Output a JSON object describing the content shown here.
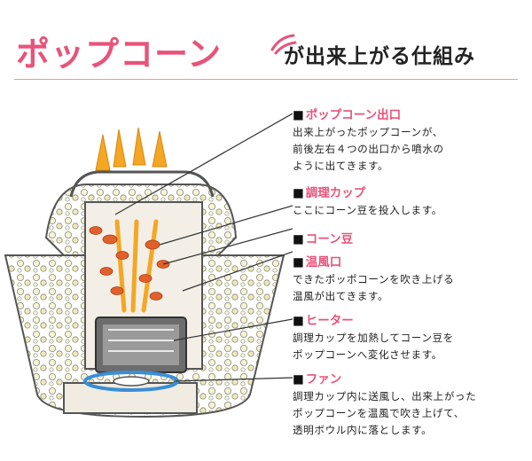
{
  "header": {
    "title_main": "ポップコーン",
    "title_sub": "が出来上がる仕組み"
  },
  "labels": [
    {
      "marker": "■",
      "name": "ポップコーン出口",
      "lines": [
        "出来上がったポップコーンが、",
        "前後左右４つの出口から噴水の",
        "ように出てきます。"
      ]
    },
    {
      "marker": "■",
      "name": "調理カップ",
      "lines": [
        "ここにコーン豆を投入します。"
      ]
    },
    {
      "marker": "■",
      "name": "コーン豆",
      "lines": []
    },
    {
      "marker": "■",
      "name": "温風口",
      "lines": [
        "できたポッポコーンを吹き上げる",
        "温風が出てきます。"
      ]
    },
    {
      "marker": "■",
      "name": "ヒーター",
      "lines": [
        "調理カップを加熱してコーン豆を",
        "ポップコーンへ変化させます。"
      ]
    },
    {
      "marker": "■",
      "name": "ファン",
      "lines": [
        "調理カップ内に送風し、出来上がった",
        "ポップコーンを温風で吹き上げて、",
        "透明ボウル内に落とします。"
      ]
    }
  ],
  "colors": {
    "accent": "#e8537a",
    "flame": "#f5a623",
    "kernel": "#e2602a",
    "fan": "#3a8fd6",
    "rule": "#d7a39a"
  }
}
